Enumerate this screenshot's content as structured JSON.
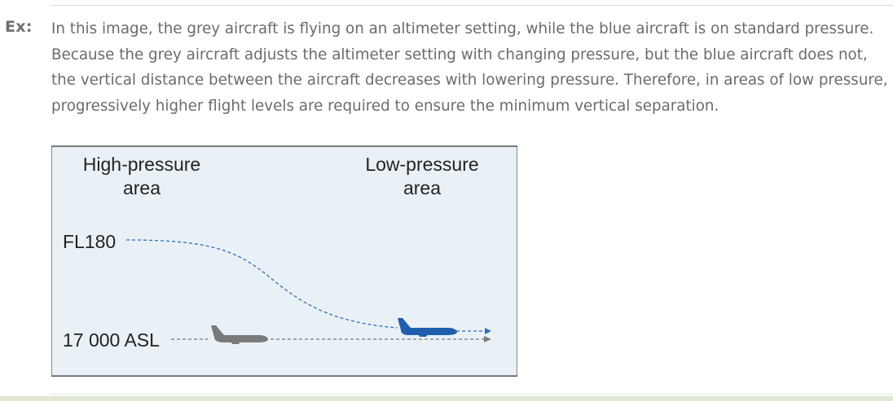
{
  "example": {
    "label": "Ex:",
    "text": "In this image, the grey aircraft is flying on an altimeter setting, while the blue aircraft is on standard pressure. Because the grey aircraft adjusts the altimeter setting with changing pressure, but the blue aircraft does not, the vertical distance between the aircraft decreases with lowering pressure. Therefore, in areas of low pressure, progressively higher flight levels are required to ensure the minimum vertical separation."
  },
  "diagram": {
    "high_pressure_line1": "High-pressure",
    "high_pressure_line2": "area",
    "low_pressure_line1": "Low-pressure",
    "low_pressure_line2": "area",
    "flight_level_label": "FL180",
    "altitude_label": "17 000 ASL",
    "colors": {
      "panel_background": "#e9f1f7",
      "grey_aircraft": "#7a7a7a",
      "blue_aircraft": "#1f5fad",
      "grey_path": "#7a7a7a",
      "blue_path": "#2f6db5"
    },
    "icons": [
      "grey-aircraft-icon",
      "blue-aircraft-icon",
      "arrowhead-icon"
    ]
  }
}
